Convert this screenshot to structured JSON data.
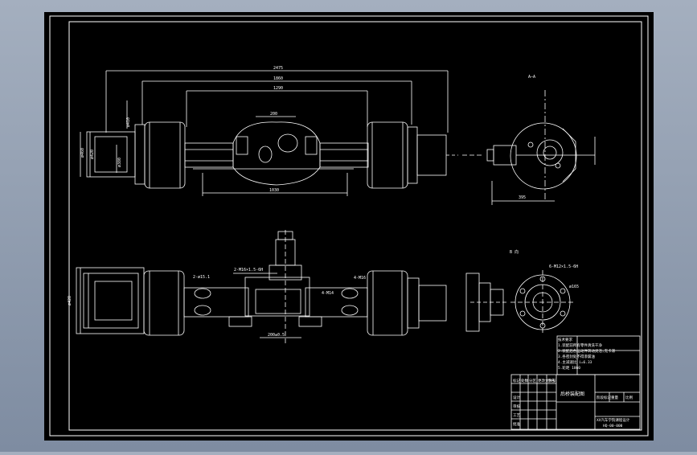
{
  "drawing": {
    "views": {
      "section_label": "A—A",
      "view_label": "B 向"
    },
    "dimensions": {
      "top_overall": "2475",
      "top_second": "1860",
      "top_third": "1290",
      "top_housing": "200",
      "bottom_width": "1030",
      "left_small": "ø380",
      "left_mid": "ø420",
      "left_outer": "ø460",
      "left_label": "ø410",
      "plan_left": "ø420",
      "plan_bottom": "200±0.5",
      "plan_note_top": "2-M16×1.5-6H",
      "plan_note_mid": "4-M14",
      "plan_note_right": "4-M16",
      "plan_side_left": "2-ø15.1",
      "flange_note": "6-M12×1.5-6H",
      "flange_dia": "ø165",
      "side_dim": "395"
    },
    "tech_notes": [
      "技术要求",
      "1.装配前所有零件清洗干净",
      "2.装配后各运动件转动灵活,无卡滞",
      "3.各密封处不得渗漏油",
      "4.主减速比 i=6.33",
      "5.轮距 1860"
    ],
    "title_block": {
      "title": "后桥装配图",
      "header_cells": [
        "标记",
        "处数",
        "分区",
        "更改文件号",
        "签名",
        "年月日"
      ],
      "scale_labels": [
        "阶段标记",
        "重量",
        "比例"
      ],
      "rows": [
        "设计",
        "审核",
        "工艺",
        "批准"
      ],
      "company": "XX汽车学院课程设计",
      "drawing_no": "HQ-00-000"
    }
  }
}
